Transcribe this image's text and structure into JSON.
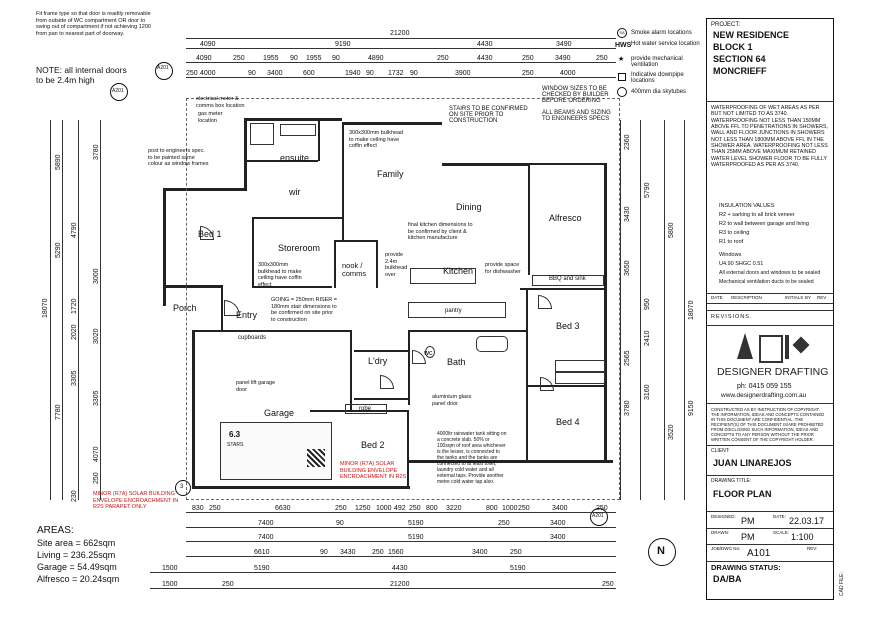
{
  "notes": {
    "top_left": "Fit frame type so that door is readily removable from outside of WC compartment OR door to swing out of compartment if not achieving 1200 from pan to nearest part of doorway.",
    "internal_doors": "NOTE: all internal doors to be 2.4m high",
    "stairs": "STAIRS TO BE CONFIRMED ON SITE PRIOR TO CONSTRUCTION",
    "window_sizes": "WINDOW SIZES TO BE CHECKED BY BUILDER BEFORE ORDERING",
    "beams": "ALL BEAMS AND SIZING TO ENGINEERS SPECS",
    "electrical": "electrical meter & comms box location",
    "gas": "gas meter location",
    "post": "post to engineers spec. to be painted same colour as window frames",
    "bulkhead1": "300x300mm bulkhead to make ceiling have coffin effect",
    "bulkhead2": "300x300mm bulkhead to make ceiling have coffin effect",
    "kitchen_final": "final kitchen dimensions to be confirmed by client & kitchen manufacture",
    "kitchen_bulkhead": "provide 2.4m bulkhead over",
    "sink_space": "provide space for dishwasher",
    "bbq": "BBQ and sink",
    "going": "GOING = 250mm RISER = 180mm stair dimensions to be confirmed on site prior to construction",
    "panel_lift": "panel lift garage door",
    "aluminium": "aluminium glass panel door",
    "rainwater": "4000ltr rainwater tank sitting on a concrete slab. 50% or 100sqm of roof area whichever is the lesser, is connected to the tanks and the tanks are connected to at least toilet, laundry cold water and all external taps. Provide another metre cold water tap also.",
    "encroach1": "MINOR (R7A) SOLAR BUILDING ENVELOPE ENCROACHMENT IN R2S PARAPET ONLY",
    "encroach2": "MINOR (R7A) SOLAR BUILDING ENVELOPE ENCROACHMENT IN R2S",
    "cupboards": "cupboards",
    "robe": "robe"
  },
  "legend": {
    "smoke": "Smoke alarm locations",
    "hws": "Hot water service location",
    "hws_label": "HWS",
    "mech": "provide mechanical ventilation",
    "downpipe": "Indicative downpipe locations",
    "skytube": "400mm dia skytubes"
  },
  "rooms": {
    "ensuite": "ensuite",
    "wir": "wir",
    "family": "Family",
    "dining": "Dining",
    "alfresco": "Alfresco",
    "bed1": "Bed 1",
    "storeroom": "Storeroom",
    "nook": "nook / comms",
    "kitchen": "Kitchen",
    "pantry": "pantry",
    "porch": "Porch",
    "entry": "Entry",
    "ldry": "L'dry",
    "wc": "wc",
    "bath": "Bath",
    "bed3": "Bed 3",
    "bed4": "Bed 4",
    "garage": "Garage",
    "bed2": "Bed 2"
  },
  "dims_top": {
    "overall": "21200",
    "row2": [
      "4090",
      "9190",
      "4430",
      "3490"
    ],
    "row3": [
      "4090",
      "250",
      "1955",
      "90",
      "1955",
      "90",
      "4890",
      "250",
      "4430",
      "250",
      "3490",
      "250"
    ],
    "row4": [
      "250",
      "4000",
      "90",
      "3400",
      "600",
      "1940",
      "90",
      "1732",
      "90",
      "3900",
      "250",
      "4000"
    ]
  },
  "dims_bottom": {
    "row1": [
      "830",
      "250",
      "6630",
      "250",
      "1250",
      "1000",
      "492",
      "250",
      "800",
      "3220",
      "800",
      "1000",
      "250",
      "3400",
      "250"
    ],
    "row2": [
      "7400",
      "90",
      "5190",
      "250",
      "3400"
    ],
    "row3": [
      "7400",
      "5190",
      "3400"
    ],
    "row4": [
      "6610",
      "90",
      "3430",
      "250",
      "1560",
      "3400",
      "250"
    ],
    "row5": [
      "1500",
      "5190",
      "4430",
      "5190"
    ],
    "overall": "21200",
    "row6": [
      "1500",
      "250",
      "250"
    ]
  },
  "dims_left": [
    "18070",
    "5890",
    "5290",
    "4790",
    "3780",
    "1720",
    "2020",
    "3000",
    "3020",
    "3305",
    "3305",
    "7780",
    "250",
    "4070",
    "230"
  ],
  "dims_right": [
    "2360",
    "5790",
    "3430",
    "5800",
    "18070",
    "3650",
    "2565",
    "950",
    "2410",
    "3160",
    "3780",
    "3520",
    "9150"
  ],
  "areas": {
    "heading": "AREAS:",
    "site": "Site area = 662sqm",
    "living": "Living = 236.25sqm",
    "garage": "Garage = 54.49sqm",
    "alfresco": "Alfresco = 20.24sqm"
  },
  "title_block": {
    "project_label": "PROJECT:",
    "project_lines": [
      "NEW RESIDENCE",
      "BLOCK 1",
      "SECTION 64",
      "MONCRIEFF"
    ],
    "waterproofing": "WATERPROOFING OF WET AREAS AS PER BUT NOT LIMITED TO AS 3740. WATERPROOFING NOT LESS THAN 150MM ABOVE FFL TO PENETRATIONS IN SHOWERS, WALL AND FLOOR JUNCTIONS IN SHOWERS NOT LESS THAN 1800MM ABOVE FFL IN THE SHOWER AREA. WATERPROOFING NOT LESS THAN 25MM ABOVE MAXIMUM RETAINED WATER LEVEL SHOWER FLOOR TO BE FULLY WATERPROOFED AS PER AS 3740.",
    "insulation_heading": "INSULATION VALUES",
    "insulation": [
      "R2 + sarking to all brick veneer",
      "R2 to wall between garage and living",
      "R3 to ceiling",
      "R1 to roof"
    ],
    "windows_heading": "Windows",
    "windows": "U4.90 SHGC 0.51",
    "external_doors": "All external doors and windows to be sealed",
    "mech_vent": "Mechanical ventilation ducts to be sealed",
    "rev_cols": [
      "DATE",
      "DESCRIPTION",
      "INITIALS",
      "BY",
      "REV"
    ],
    "revisions": "REVISIONS.",
    "company": "DESIGNER DRAFTING",
    "phone": "ph: 0415 059 155",
    "website": "www.designerdrafting.com.au",
    "copyright": "CONSTRUCTED AS BY INSTRUCTION OF COPYRIGHT. THE INFORMATION, IDEAS AND CONCEPTS CONTAINED IN THIS DOCUMENT ARE CONFIDENTIAL. THE RECIPIENT(S) OF THIS DOCUMENT IS/ARE PROHIBITED FROM DISCLOSING SUCH INFORMATION, IDEAS AND CONCEPTS TO ANY PERSON WITHOUT THE PRIOR WRITTEN CONSENT OF THE COPYRIGHT HOLDER.",
    "client_label": "CLIENT:",
    "client": "JUAN LINAREJOS",
    "drawing_title_label": "DRAWING TITLE:",
    "drawing_title": "FLOOR PLAN",
    "designed_label": "DESIGNED:",
    "designed": "PM",
    "date_label": "DATE:",
    "date": "22.03.17",
    "drawn_label": "DRAWN:",
    "drawn": "PM",
    "scale_label": "SCALE:",
    "scale": "1:100",
    "job_label": "JOB/DWG No:",
    "job": "A101",
    "rev_label": "REV:",
    "status_label": "DRAWING STATUS:",
    "status": "DA/BA",
    "cad_file": "CAD FILE:"
  },
  "section_tags": {
    "top": [
      "A201",
      "4"
    ],
    "left": [
      "A201",
      "1"
    ],
    "right": [
      "A201",
      "2"
    ],
    "bottom": [
      "A201",
      "3"
    ]
  },
  "north": "N",
  "energy": {
    "stars": "6.3",
    "stars_label": "STARS"
  }
}
